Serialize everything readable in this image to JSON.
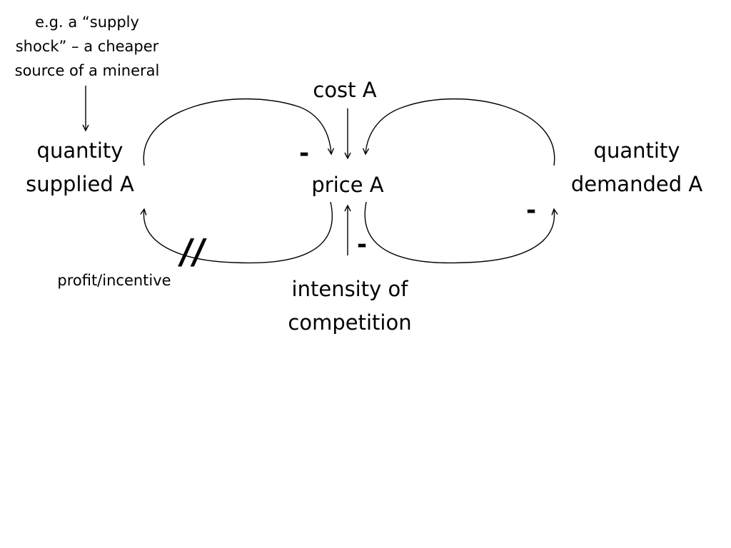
{
  "nodes": {
    "quantity_supplied": "quantity\nsupplied A",
    "price": "price A",
    "quantity_demanded": "quantity\ndemanded A",
    "cost": "cost A",
    "competition": "intensity of\ncompetition"
  },
  "annotations": {
    "supply_shock": "e.g. a “supply\nshock” – a cheaper\nsource of a mineral",
    "profit": "profit/incentive",
    "delay_mark": "//"
  },
  "signs": {
    "supply_to_price": "-",
    "price_to_demand": "-",
    "competition_to_price": "-"
  }
}
